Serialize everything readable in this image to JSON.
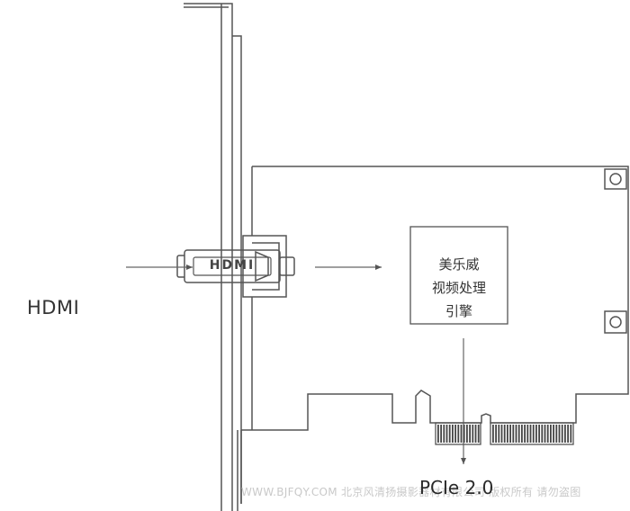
{
  "hdmi_connector": {
    "plug_text": "HDMI",
    "label": "HDMI"
  },
  "chip": {
    "lines": [
      "美乐威",
      "视频处理",
      "引擎"
    ]
  },
  "bus": {
    "label": "PCIe 2.0"
  },
  "watermark": {
    "text": "WWW.BJFQY.COM 北京风清扬摄影器材有限公司 版权所有 请勿盗图"
  }
}
